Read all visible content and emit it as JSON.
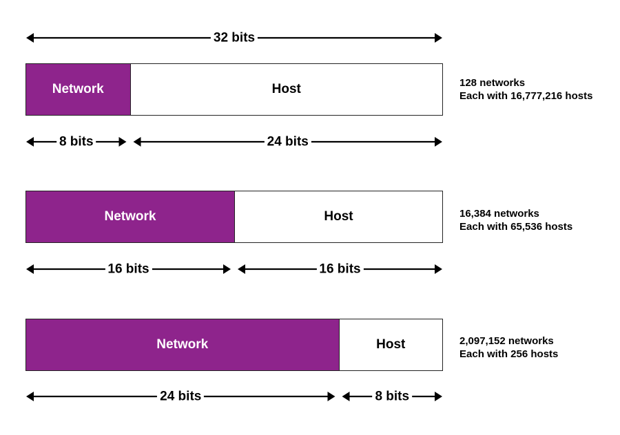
{
  "colors": {
    "network": "#8e248c",
    "host": "#ffffff",
    "border": "#222222"
  },
  "total_label": "32 bits",
  "classes": [
    {
      "network_bits": 8,
      "host_bits": 24,
      "network_label": "Network",
      "host_label": "Host",
      "network_bits_label": "8 bits",
      "host_bits_label": "24 bits",
      "networks_text": "128 networks",
      "hosts_text": "Each with 16,777,216 hosts"
    },
    {
      "network_bits": 16,
      "host_bits": 16,
      "network_label": "Network",
      "host_label": "Host",
      "network_bits_label": "16 bits",
      "host_bits_label": "16 bits",
      "networks_text": "16,384 networks",
      "hosts_text": "Each with 65,536 hosts"
    },
    {
      "network_bits": 24,
      "host_bits": 8,
      "network_label": "Network",
      "host_label": "Host",
      "network_bits_label": "24 bits",
      "host_bits_label": "8 bits",
      "networks_text": "2,097,152 networks",
      "hosts_text": "Each with 256 hosts"
    }
  ]
}
